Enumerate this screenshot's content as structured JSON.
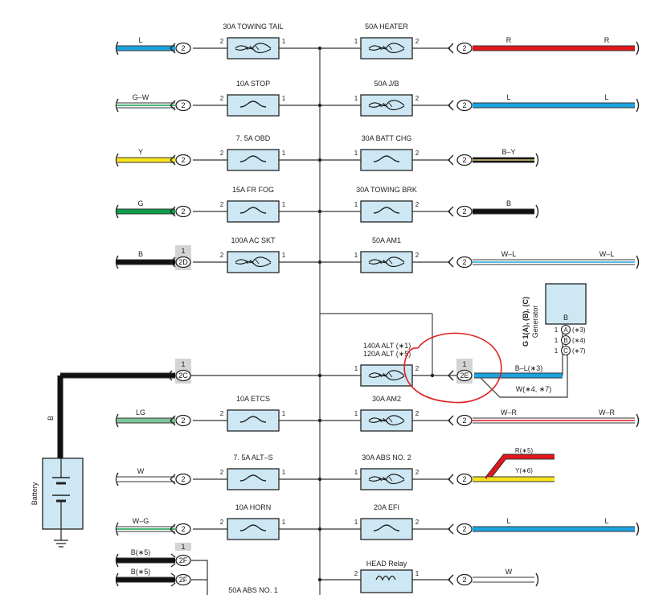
{
  "colors": {
    "fuse_fill": "#cde8f4",
    "wire_L": "#1aa3e0",
    "wire_R": "#e3161c",
    "wire_G": "#0a9d49",
    "wire_Y": "#f7e31c",
    "wire_LG": "#7dc59a",
    "wire_B": "#111111",
    "annotation": "#e02020"
  },
  "left_fuses": [
    {
      "name": "30A TOWING TAIL",
      "type": "slow",
      "wire": "L",
      "color": "L",
      "conn": "2"
    },
    {
      "name": "10A STOP",
      "type": "small",
      "wire": "G–W",
      "color": "GW",
      "conn": "2"
    },
    {
      "name": "7. 5A OBD",
      "type": "small",
      "wire": "Y",
      "color": "Y",
      "conn": "2"
    },
    {
      "name": "15A FR FOG",
      "type": "small",
      "wire": "G",
      "color": "G",
      "conn": "2"
    },
    {
      "name": "100A AC SKT",
      "type": "slow",
      "wire": "B",
      "color": "B",
      "conn": "2D",
      "conn_pin": "1"
    },
    {
      "name": "10A ETCS",
      "type": "small",
      "wire": "LG",
      "color": "LG",
      "conn": "2"
    },
    {
      "name": "7. 5A ALT–S",
      "type": "small",
      "wire": "W",
      "color": "W",
      "conn": "2"
    },
    {
      "name": "10A HORN",
      "type": "small",
      "wire": "W–G",
      "color": "WG",
      "conn": "2"
    }
  ],
  "right_fuses": [
    {
      "name": "50A HEATER",
      "type": "slow",
      "wire": "R",
      "wire2": "R",
      "color": "R"
    },
    {
      "name": "50A J/B",
      "type": "slow",
      "wire": "L",
      "wire2": "L",
      "color": "L"
    },
    {
      "name": "30A BATT CHG",
      "type": "small",
      "wire": "B–Y",
      "wire2": "",
      "color": "BY"
    },
    {
      "name": "30A TOWING BRK",
      "type": "small",
      "wire": "B",
      "wire2": "",
      "color": "B"
    },
    {
      "name": "50A AM1",
      "type": "slow",
      "wire": "W–L",
      "wire2": "W–L",
      "color": "WL"
    },
    {
      "name": "30A AM2",
      "type": "slow",
      "wire": "W–R",
      "wire2": "W–R",
      "color": "WR"
    },
    {
      "name": "30A ABS NO. 2",
      "type": "slow",
      "wire": "",
      "wire2": "",
      "color": "RY"
    },
    {
      "name": "20A EFI",
      "type": "small",
      "wire": "L",
      "wire2": "L",
      "color": "L"
    }
  ],
  "alt_fuse": {
    "line1": "140A ALT (∗1)",
    "line2": "120A ALT (∗5)",
    "left_conn": "2C",
    "left_pin": "1",
    "right_conn": "2E",
    "right_pin": "1",
    "pin_left": "1",
    "pin_right": "2",
    "wire_main": "B–L(∗3)",
    "wire_alt": "W(∗4, ∗7)"
  },
  "abs_labels": {
    "r": "R(∗5)",
    "y": "Y(∗6)"
  },
  "generator": {
    "title": "G 1(A), (B), (C)",
    "subtitle": "Generator",
    "terminal": "B",
    "pins": [
      {
        "pin": "1",
        "letter": "A",
        "note": "(∗3)"
      },
      {
        "pin": "1",
        "letter": "B",
        "note": "(∗4)"
      },
      {
        "pin": "1",
        "letter": "C",
        "note": "(∗7)"
      }
    ]
  },
  "battery": {
    "label": "Battery",
    "wire": "B"
  },
  "bottom": {
    "conn": "2F",
    "conn_pin": "1",
    "wire1": "B(∗5)",
    "wire2": "B(∗5)",
    "abs_no1": "50A ABS NO. 1",
    "head_relay": "HEAD Relay",
    "head_wire": "W",
    "head_pin_left": "2",
    "head_pin_right": "1"
  },
  "pins": {
    "left_in": "2",
    "left_out": "1",
    "right_in": "1",
    "right_out": "2",
    "conn": "2"
  }
}
